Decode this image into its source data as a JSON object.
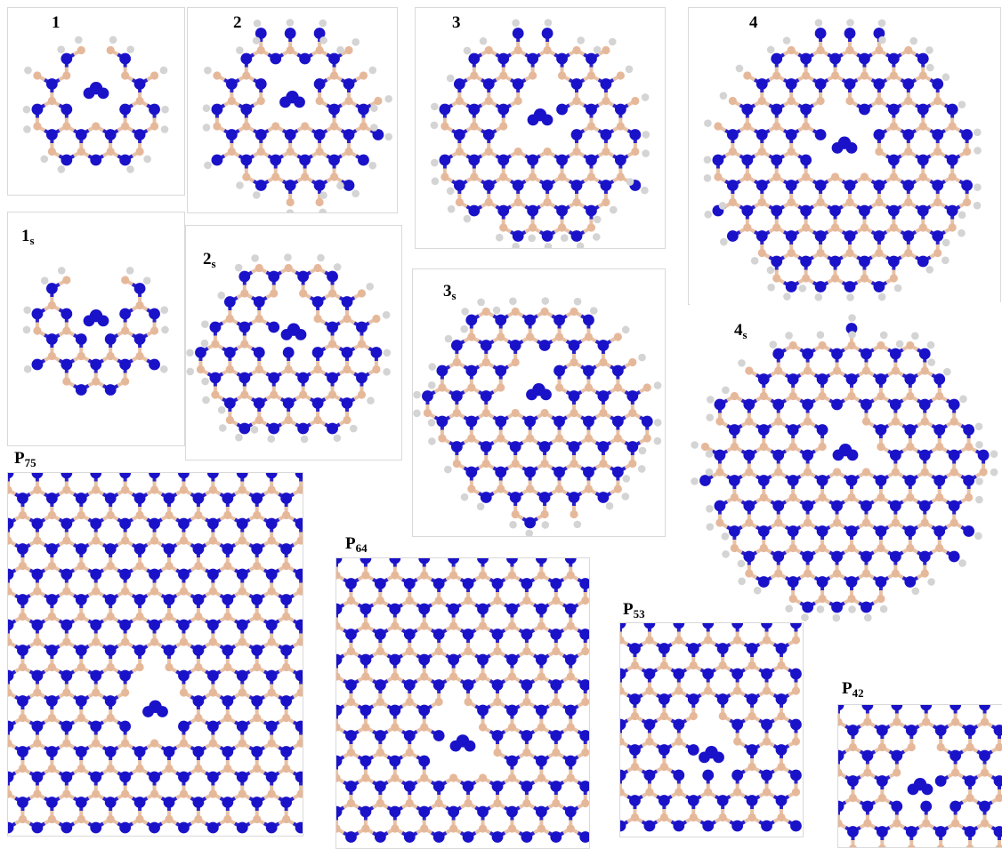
{
  "panels": [
    {
      "id": "p1",
      "label": "1",
      "sub": ""
    },
    {
      "id": "p2",
      "label": "2",
      "sub": ""
    },
    {
      "id": "p3",
      "label": "3",
      "sub": ""
    },
    {
      "id": "p4",
      "label": "4",
      "sub": ""
    },
    {
      "id": "p1s",
      "label": "1",
      "sub": "s"
    },
    {
      "id": "p2s",
      "label": "2",
      "sub": "s"
    },
    {
      "id": "p3s",
      "label": "3",
      "sub": "s"
    },
    {
      "id": "p4s",
      "label": "4",
      "sub": "s"
    },
    {
      "id": "p75",
      "label": "P",
      "sub": "75"
    },
    {
      "id": "p64",
      "label": "P",
      "sub": "64"
    },
    {
      "id": "p53",
      "label": "P",
      "sub": "53"
    },
    {
      "id": "p42",
      "label": "P",
      "sub": "42"
    }
  ],
  "colors": {
    "nitrogen": "#1a12c8",
    "boron": "#e6b89a",
    "hydrogen": "#d4d4d4",
    "bond_light": "#e8c2a6",
    "bond_dark": "#2a22c8"
  }
}
